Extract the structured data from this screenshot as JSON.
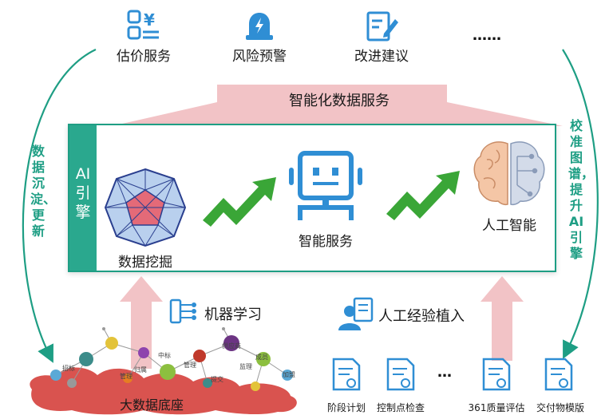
{
  "services": {
    "items": [
      {
        "label": "估价服务",
        "icon": "valuation-icon"
      },
      {
        "label": "风险预警",
        "icon": "alarm-bell-icon"
      },
      {
        "label": "改进建议",
        "icon": "edit-document-icon"
      }
    ],
    "more": "……"
  },
  "banner": {
    "label": "智能化数据服务"
  },
  "engine": {
    "tab_label": "AI引擎",
    "stages": [
      {
        "label": "数据挖掘",
        "icon": "polyhedron-icon"
      },
      {
        "label": "智能服务",
        "icon": "robot-icon"
      },
      {
        "label": "人工智能",
        "icon": "brain-icon"
      }
    ]
  },
  "side": {
    "left": "数据沉淀、更新",
    "right": "校准图谱，提升AI引擎"
  },
  "inputs": {
    "machine_learning": "机器学习",
    "human_experience": "人工经验植入"
  },
  "bigdata": {
    "label": "大数据底座",
    "node_labels": [
      "中标",
      "招标",
      "管理",
      "归属",
      "管理",
      "提交",
      "监理",
      "供应商",
      "成员",
      "加盟"
    ]
  },
  "documents": {
    "items": [
      "阶段计划",
      "控制点检查",
      "361质量评估",
      "交付物模版"
    ],
    "ellipsis": "…"
  },
  "colors": {
    "teal": "#1e9e84",
    "blue": "#2f8ed4",
    "pink": "#f2c3c6",
    "green": "#3aa637",
    "red_cloud": "#d9534f"
  }
}
